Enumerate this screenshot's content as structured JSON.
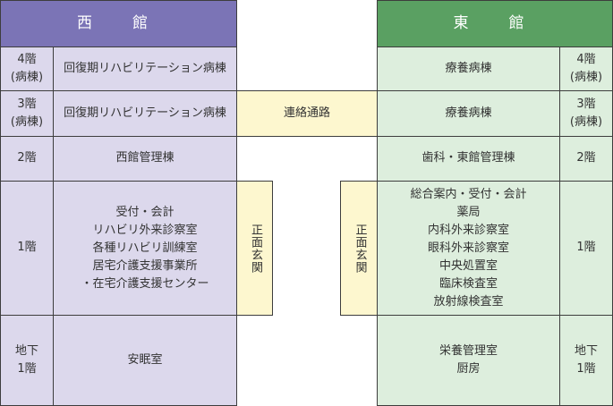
{
  "west": {
    "title": "西　館",
    "floors": [
      {
        "floor": "4階\n(病棟)",
        "content": "回復期リハビリテーション病棟"
      },
      {
        "floor": "3階\n(病棟)",
        "content": "回復期リハビリテーション病棟"
      },
      {
        "floor": "2階",
        "content": "西館管理棟"
      },
      {
        "floor": "1階",
        "content_lines": [
          "受付・会計",
          "リハビリ外来診察室",
          "各種リハビリ訓練室",
          "居宅介護支援事業所",
          "・在宅介護支援センター"
        ]
      },
      {
        "floor": "地下\n1階",
        "content": "安眠室"
      }
    ],
    "entrance": "正面玄関"
  },
  "east": {
    "title": "東　館",
    "floors": [
      {
        "floor": "4階\n(病棟)",
        "content": "療養病棟"
      },
      {
        "floor": "3階\n(病棟)",
        "content": "療養病棟"
      },
      {
        "floor": "2階",
        "content": "歯科・東館管理棟"
      },
      {
        "floor": "1階",
        "content_lines": [
          "総合案内・受付・会計",
          "薬局",
          "内科外来診察室",
          "眼科外来診察室",
          "中央処置室",
          "臨床検査室",
          "放射線検査室"
        ]
      },
      {
        "floor": "地下\n1階",
        "content_lines": [
          "栄養管理室",
          "厨房"
        ]
      }
    ],
    "entrance": "正面玄関"
  },
  "corridor": "連絡通路"
}
